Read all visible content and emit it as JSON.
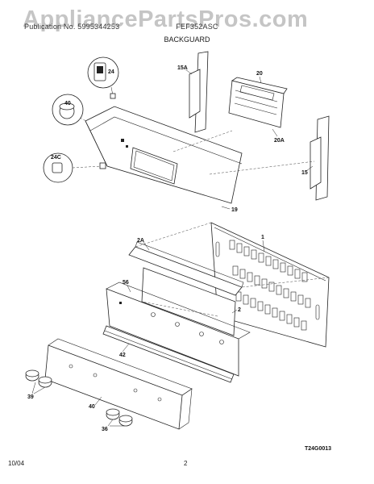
{
  "header": {
    "publication": "Publication No. 5995344253",
    "model": "FEF352ASC",
    "section": "BACKGUARD"
  },
  "watermark": "AppliancePartsPros.com",
  "diagram_code": "T24G0013",
  "footer": {
    "date": "10/04",
    "page": "2"
  },
  "callouts": {
    "c24": "24",
    "c40top": "40",
    "c24c": "24C",
    "c15a": "15A",
    "c20": "20",
    "c20a": "20A",
    "c15": "15",
    "c19": "19",
    "c1": "1",
    "c2a": "2A",
    "c56": "56",
    "c2": "2",
    "c42": "42",
    "c39": "39",
    "c40": "40",
    "c36": "36"
  }
}
